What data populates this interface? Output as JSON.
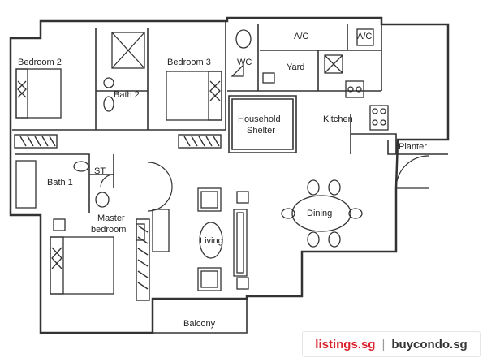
{
  "rooms": {
    "bedroom2": "Bedroom 2",
    "bedroom3": "Bedroom 3",
    "bath2": "Bath 2",
    "wc": "WC",
    "ac1": "A/C",
    "ac2": "A/C",
    "yard": "Yard",
    "shelter_line1": "Household",
    "shelter_line2": "Shelter",
    "kitchen": "Kitchen",
    "planter": "Planter",
    "bath1": "Bath 1",
    "st": "ST",
    "master_line1": "Master",
    "master_line2": "bedroom",
    "dining": "Dining",
    "living": "Living",
    "balcony": "Balcony"
  },
  "watermark": {
    "site1": "listings.sg",
    "separator": "|",
    "site2": "buycondo.sg",
    "site1_color": "#d9232d",
    "site2_color": "#333333"
  }
}
